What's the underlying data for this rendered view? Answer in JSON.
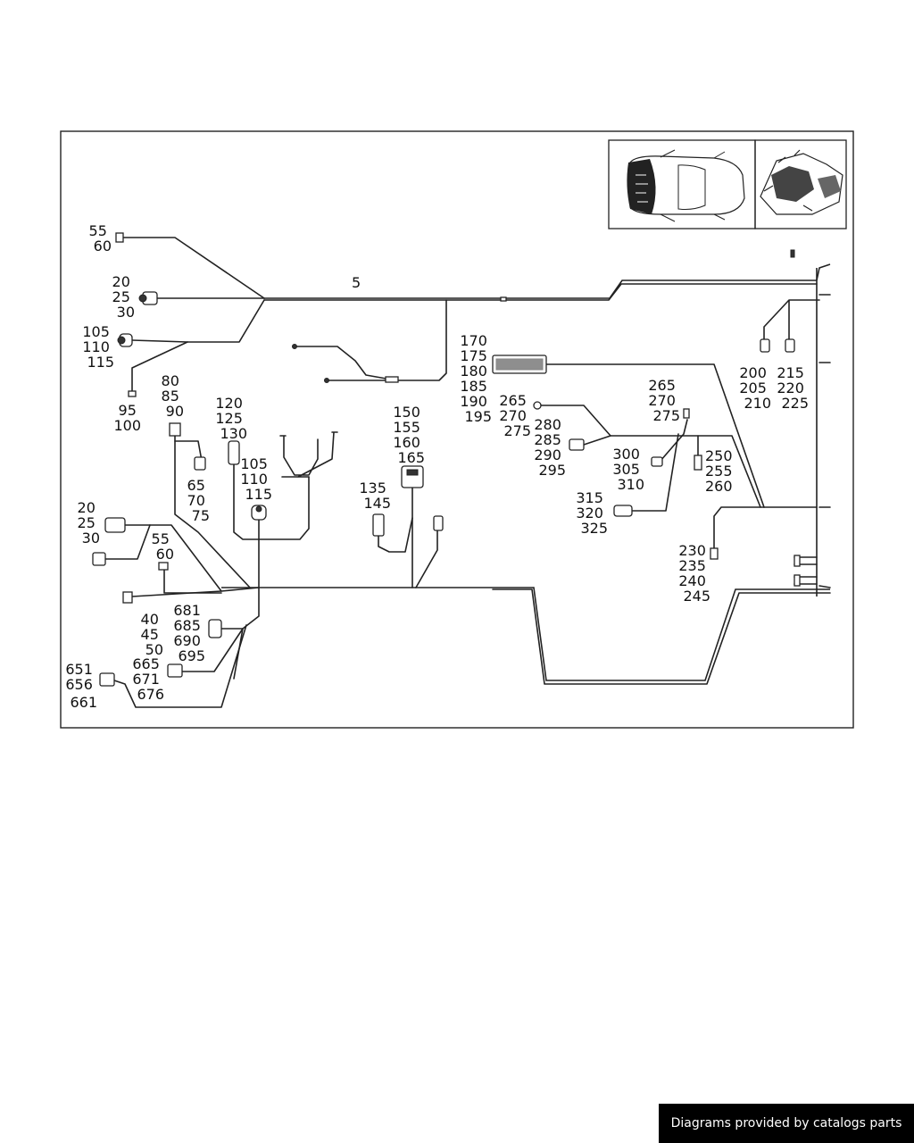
{
  "callouts": {
    "c5": [
      "5"
    ],
    "c55a": [
      "55",
      "60"
    ],
    "c20a": [
      "20",
      "25",
      "30"
    ],
    "c105a": [
      "105",
      "110",
      "115"
    ],
    "c95": [
      "95",
      "100"
    ],
    "c80": [
      "80",
      "85",
      "90"
    ],
    "c65": [
      "65",
      "70",
      "75"
    ],
    "c120": [
      "120",
      "125",
      "130"
    ],
    "c105b": [
      "105",
      "110",
      "115"
    ],
    "c150": [
      "150",
      "155",
      "160",
      "165"
    ],
    "c135": [
      "135",
      "145"
    ],
    "c170": [
      "170",
      "175",
      "180",
      "185",
      "190",
      "195"
    ],
    "c265a": [
      "265",
      "270",
      "275"
    ],
    "c280": [
      "280",
      "285",
      "290",
      "295"
    ],
    "c265b": [
      "265",
      "270",
      "275"
    ],
    "c300": [
      "300",
      "305",
      "310"
    ],
    "c250": [
      "250",
      "255",
      "260"
    ],
    "c315": [
      "315",
      "320",
      "325"
    ],
    "c230": [
      "230",
      "235",
      "240",
      "245"
    ],
    "c200": [
      "200",
      "205",
      "210"
    ],
    "c215": [
      "215",
      "220",
      "225"
    ],
    "c20b": [
      "20",
      "25",
      "30"
    ],
    "c55b": [
      "55",
      "60"
    ],
    "c681": [
      "681",
      "685",
      "690",
      "695"
    ],
    "c40": [
      "40",
      "45",
      "50"
    ],
    "c665": [
      "665",
      "671",
      "676"
    ],
    "c651": [
      "651",
      "656",
      "661"
    ]
  },
  "footer": {
    "credit": "Diagrams provided by catalogs parts"
  }
}
